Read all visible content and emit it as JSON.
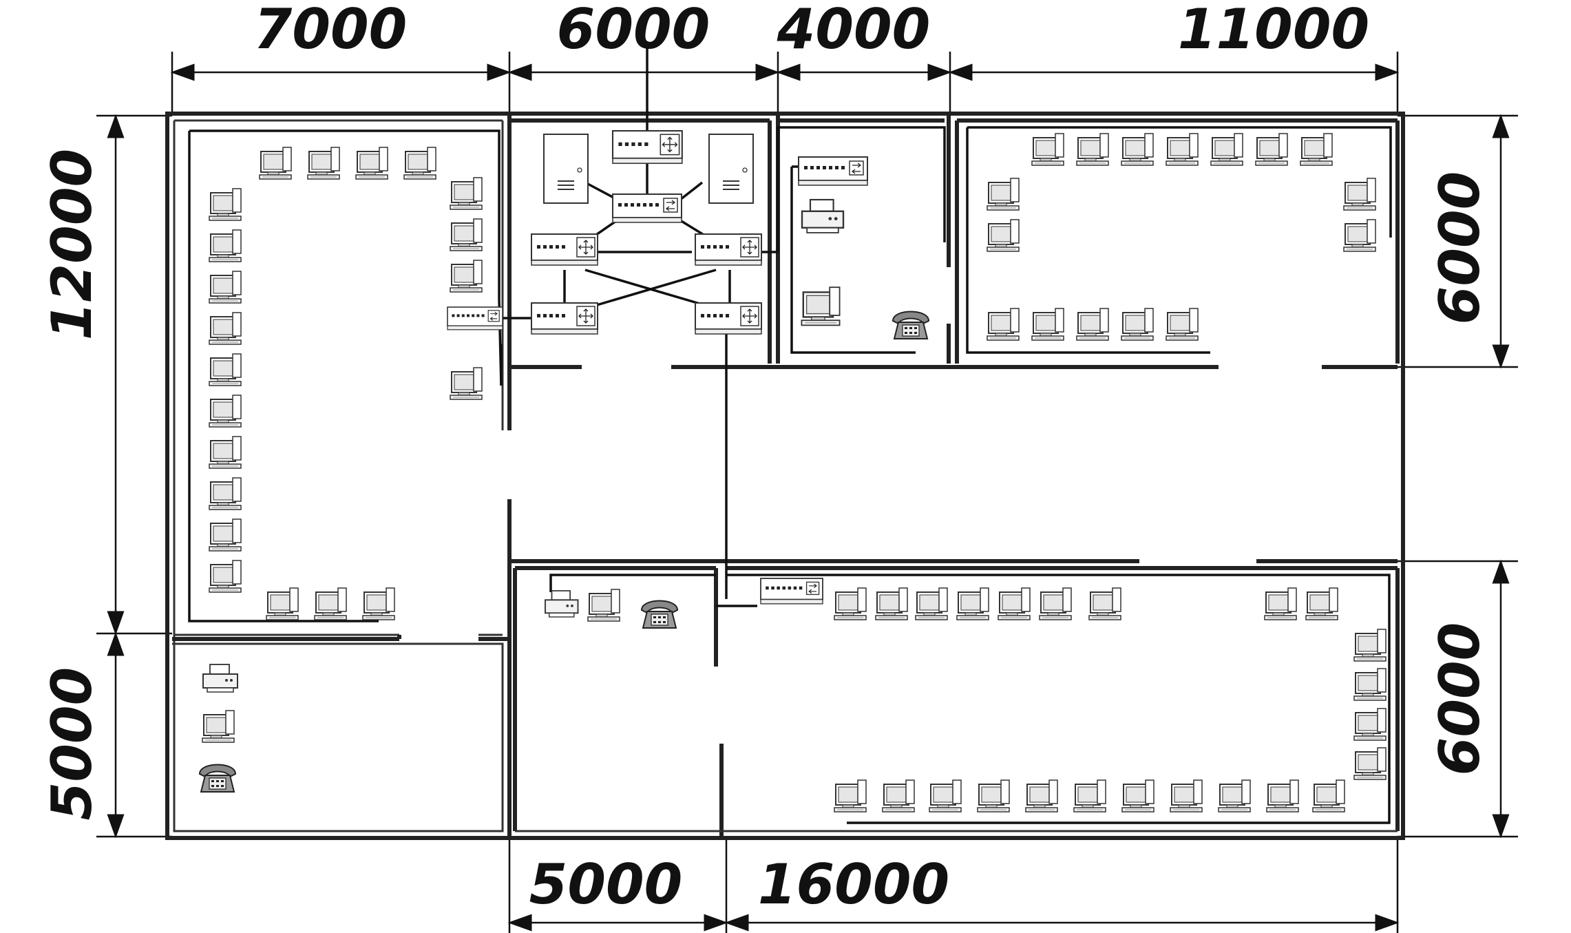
{
  "dimensions": {
    "top": [
      "7000",
      "6000",
      "4000",
      "11000"
    ],
    "bottom": [
      "5000",
      "16000"
    ],
    "left": [
      "12000",
      "5000"
    ],
    "right": [
      "6000",
      "6000"
    ]
  },
  "icons": {
    "pc": "computer-icon",
    "switch": "switch-icon",
    "router": "router-icon",
    "server": "server-icon",
    "printer": "printer-icon",
    "phone": "telephone-icon"
  },
  "colors": {
    "wall": "#222222",
    "cable": "#111111",
    "device_fill": "#ffffff",
    "screen": "#e6e6e6"
  }
}
